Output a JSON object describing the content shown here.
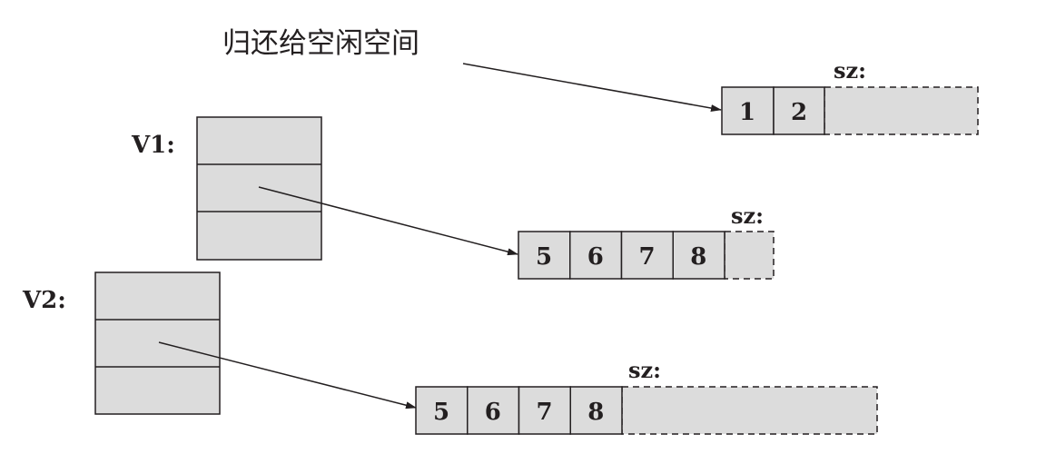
{
  "caption": "归还给空闲空间",
  "colors": {
    "fill": "#dcdcdc",
    "stroke": "#231f20"
  },
  "arrays": [
    {
      "name": "freed-array",
      "sz_label": "sz:",
      "cells": [
        "1",
        "2"
      ]
    },
    {
      "name": "v1-array",
      "sz_label": "sz:",
      "cells": [
        "5",
        "6",
        "7",
        "8"
      ]
    },
    {
      "name": "v2-array",
      "sz_label": "sz:",
      "cells": [
        "5",
        "6",
        "7",
        "8"
      ]
    }
  ],
  "vectors": [
    {
      "label": "V1:"
    },
    {
      "label": "V2:"
    }
  ]
}
